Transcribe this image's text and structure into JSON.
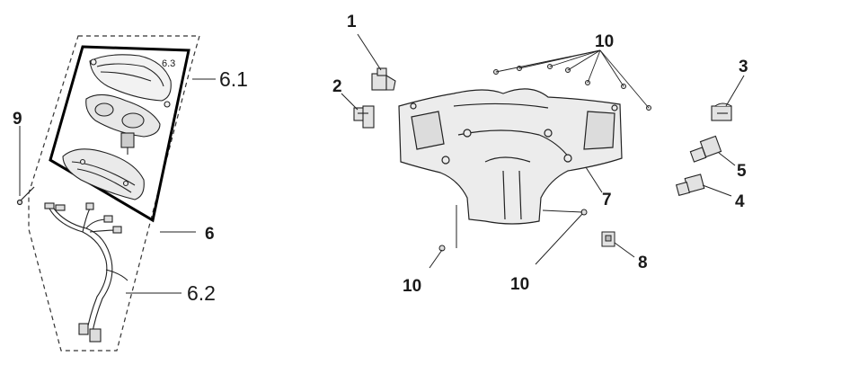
{
  "labels": {
    "l1": "1",
    "l2": "2",
    "l3": "3",
    "l4": "4",
    "l5": "5",
    "l6": "6",
    "l6_1": "6.1",
    "l6_2": "6.2",
    "l6_3": "6.3",
    "l7": "7",
    "l8": "8",
    "l9": "9",
    "l10_top": "10",
    "l10_left": "10",
    "l10_mid": "10"
  }
}
